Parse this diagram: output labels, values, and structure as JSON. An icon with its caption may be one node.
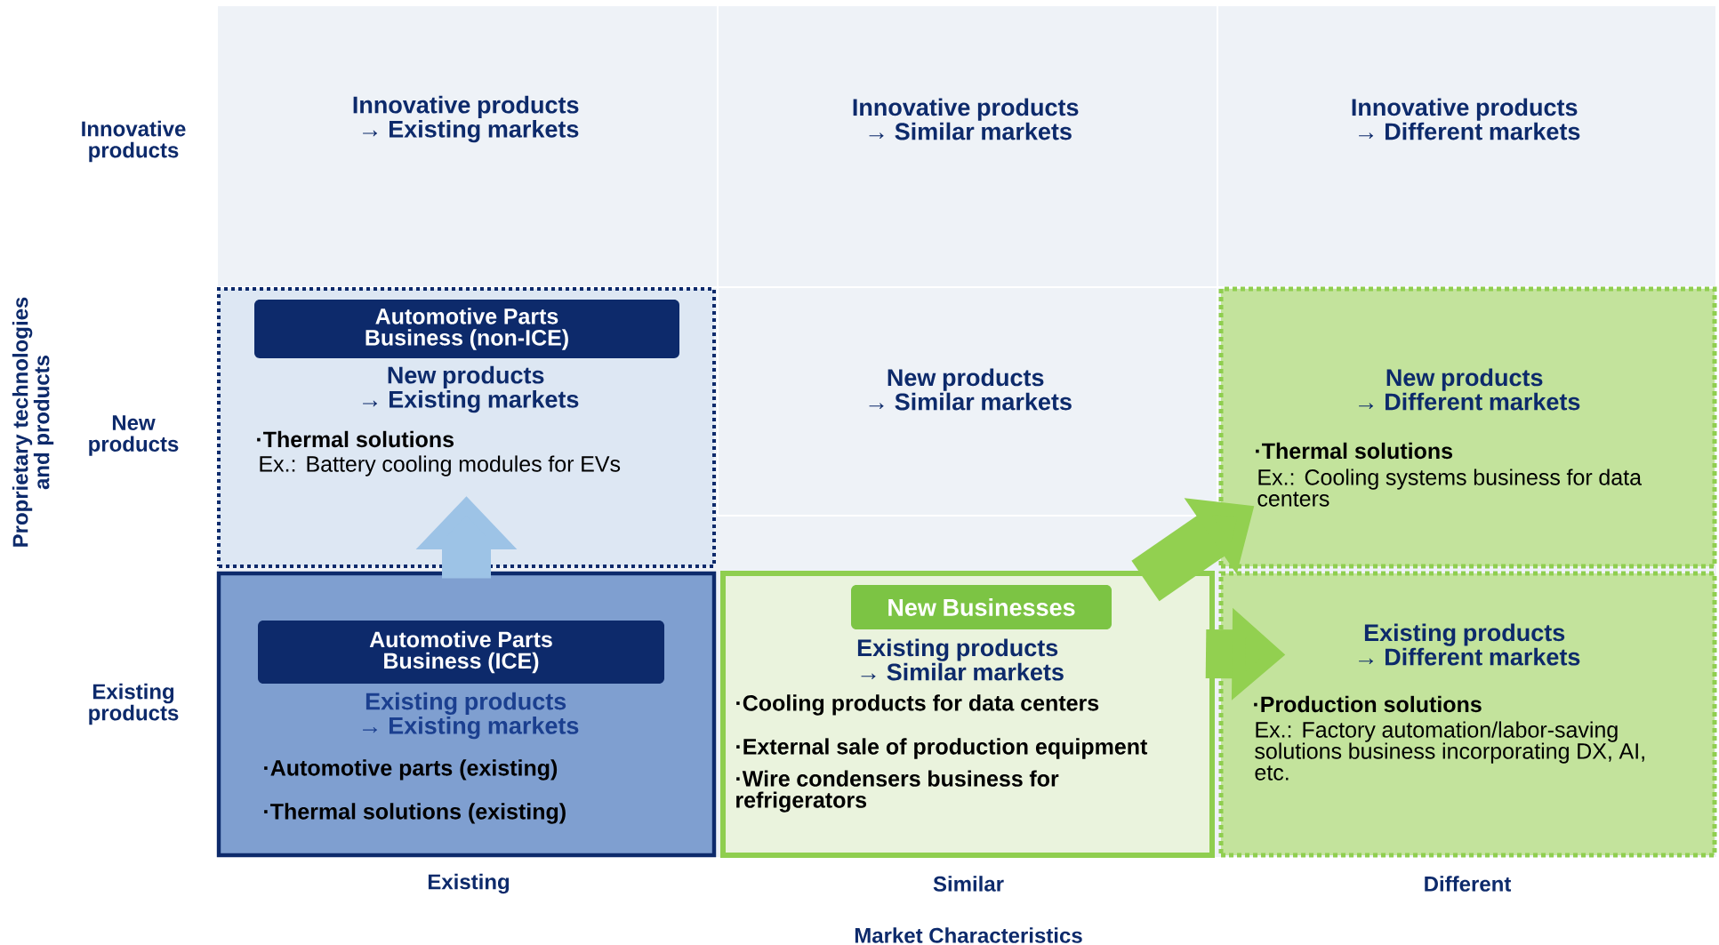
{
  "diagram": {
    "nodes": [
      {
        "text": [
          "Innovative products → Existing markets"
        ]
      },
      {
        "text": [
          "Innovative products → Similar markets"
        ]
      },
      {
        "text": [
          "Innovative products → Different markets"
        ]
      },
      {
        "text": [
          "New products → Existing markets",
          "·Thermal solutions",
          "Ex.: Battery cooling modules for EVs"
        ]
      },
      {
        "text": [
          "Automotive Parts Business (non-ICE)"
        ],
        "in": 3
      },
      {
        "text": [
          "New products → Similar markets"
        ]
      },
      {
        "text": [
          "New products → Different markets",
          "·Thermal solutions",
          "Ex.: Cooling systems business for data centers"
        ]
      },
      {
        "text": [
          "Existing products → Existing markets",
          "·Automotive parts (existing)",
          "·Thermal solutions (existing)"
        ]
      },
      {
        "text": [
          "Automotive Parts Business (ICE)"
        ],
        "in": 7
      },
      {
        "text": [
          "Existing products → Similar markets",
          "·Cooling products for data centers",
          "·External sale of production equipment",
          "·Wire condensers business for refrigerators"
        ]
      },
      {
        "text": [
          "New Businesses"
        ],
        "in": 9
      },
      {
        "text": [
          "Existing products → Different markets",
          "·Production solutions",
          "Ex.: Factory automation/labor-saving solutions business incorporating DX, AI, etc."
        ]
      }
    ],
    "edges": [
      {
        "from": 7,
        "to": 3,
        "arrow": "to",
        "color": "#9dc3e6"
      },
      {
        "from": 9,
        "to": 6,
        "arrow": "to",
        "color": "#92d050"
      },
      {
        "from": 9,
        "to": 11,
        "arrow": "to",
        "color": "#92d050"
      }
    ],
    "labels": [
      "Innovative products",
      "Proprietary technologies and products",
      "New products",
      "Existing products",
      "Existing",
      "Similar",
      "Different",
      "Market Characteristics"
    ]
  }
}
